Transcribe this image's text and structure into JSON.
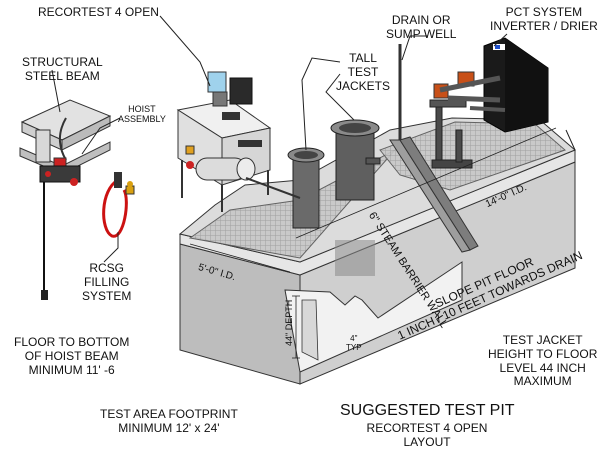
{
  "labels": {
    "recortest": "RECORTEST 4 OPEN",
    "drain": [
      "DRAIN OR",
      "SUMP WELL"
    ],
    "pct": [
      "PCT SYSTEM",
      "INVERTER / DRIER"
    ],
    "beam": [
      "STRUCTURAL",
      "STEEL BEAM"
    ],
    "hoist": [
      "HOIST",
      "ASSEMBLY"
    ],
    "tall": [
      "TALL",
      "TEST",
      "JACKETS"
    ],
    "steam": "6\" STEAM BARRIER WALL",
    "id14": "14'-0\" I.D.",
    "id5": "5'-0\" I.D.",
    "slope": [
      "SLOPE PIT FLOOR",
      "1 INCH / 10 FEET TOWARDS DRAIN"
    ],
    "rcsg": [
      "RCSG",
      "FILLING",
      "SYSTEM"
    ],
    "depth": "44\" DEPTH",
    "typ": [
      "4\"",
      "TYP"
    ],
    "floor": [
      "FLOOR TO BOTTOM",
      "OF HOIST BEAM",
      "MINIMUM 11' -6"
    ],
    "jacket": [
      "TEST JACKET",
      "HEIGHT TO FLOOR",
      "LEVEL 44 INCH",
      "MAXIMUM"
    ],
    "footprint": [
      "TEST AREA FOOTPRINT",
      "MINIMUM 12' x 24'"
    ],
    "title": "SUGGESTED TEST PIT",
    "subtitle": [
      "RECORTEST 4 OPEN",
      "LAYOUT"
    ]
  }
}
